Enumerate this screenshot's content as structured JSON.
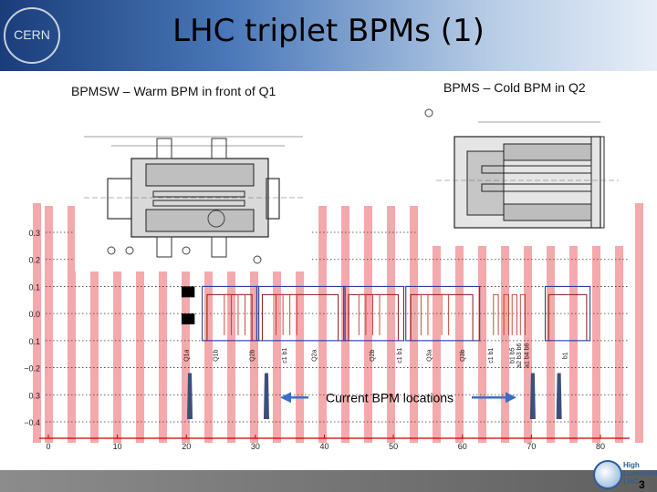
{
  "slide": {
    "title": "LHC triplet BPMs (1)",
    "page_number": "3",
    "caption_left": "BPMSW – Warm BPM in front of Q1",
    "caption_right": "BPMS – Cold BPM in Q2",
    "annotation": "Current BPM locations",
    "logo_text": "CERN",
    "hl_logo_text": [
      "High",
      "Luminosity",
      "LHC"
    ]
  },
  "chart_data": {
    "type": "line",
    "x_ticks": [
      0,
      10,
      20,
      30,
      40,
      50,
      60,
      70,
      80
    ],
    "y_ticks": [
      {
        "value": 0.3,
        "label": "0.3"
      },
      {
        "value": 0.2,
        "label": "0.2"
      },
      {
        "value": 0.1,
        "label": "0.1"
      },
      {
        "value": 0.0,
        "label": "0.0"
      },
      {
        "value": -0.1,
        "label": "0.1"
      },
      {
        "value": -0.2,
        "label": "−0.2"
      },
      {
        "value": -0.3,
        "label": "0.3"
      },
      {
        "value": -0.4,
        "label": "−0.4"
      }
    ],
    "xlim": [
      0,
      86
    ],
    "ylim": [
      -0.45,
      0.35
    ],
    "element_labels": [
      {
        "text": "Q1a",
        "x": 20.3
      },
      {
        "text": "Q1b",
        "x": 24.5
      },
      {
        "text": "Q2b",
        "x": 29.8
      },
      {
        "text": "c1 b1",
        "x": 34.5
      },
      {
        "text": "Q2a",
        "x": 38.8
      },
      {
        "text": "Q2b",
        "x": 47.2
      },
      {
        "text": "c1 b1",
        "x": 51.2
      },
      {
        "text": "Q3a",
        "x": 55.5
      },
      {
        "text": "Q3b",
        "x": 60.3
      },
      {
        "text": "c1 b1",
        "x": 64.4
      },
      {
        "text": "b1 b5",
        "x": 67.5
      },
      {
        "text": "a2 b3 b6",
        "x": 68.5
      },
      {
        "text": "a1 b4 b6",
        "x": 69.6
      },
      {
        "text": "b1",
        "x": 75.2
      }
    ],
    "bpm_markers": [
      20.5,
      31.6,
      70.2,
      74.0
    ],
    "blocks": [
      {
        "x0": 19.3,
        "x1": 21.2,
        "y0": 0.06,
        "y1": 0.1
      },
      {
        "x0": 19.3,
        "x1": 21.2,
        "y0": -0.04,
        "y1": 0.0
      }
    ]
  },
  "colors": {
    "stripe": "#f4a9ac",
    "axis_red": "#cc0000",
    "magnet_dark": "#8b1a1a",
    "magnet_blue": "#2b3d9b",
    "arrow_blue": "#3a6ec8",
    "marker_blue": "#3b5079"
  }
}
